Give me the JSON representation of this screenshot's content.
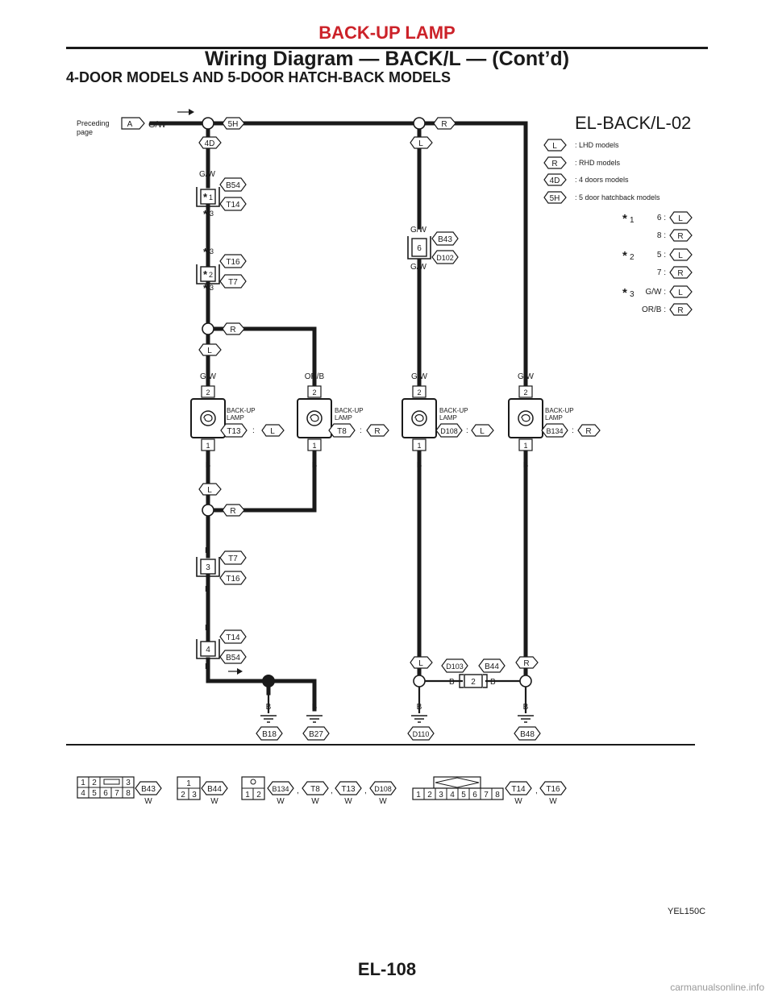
{
  "header": {
    "section_title": "BACK-UP LAMP",
    "page_heading": "Wiring Diagram — BACK/L — (Cont’d)",
    "models_title": "4-DOOR MODELS AND 5-DOOR HATCH-BACK MODELS"
  },
  "diagram": {
    "code": "EL-BACK/L-02",
    "preceding_line1": "Preceding",
    "preceding_line2": "page",
    "ref_letter": "A",
    "start_wire": "G/W",
    "legend": [
      {
        "tag": "L",
        "text": ": LHD models"
      },
      {
        "tag": "R",
        "text": ": RHD models"
      },
      {
        "tag": "4D",
        "text": ": 4 doors models"
      },
      {
        "tag": "5H",
        "text": ": 5 door hatchback models"
      }
    ],
    "notes": [
      {
        "star": "1",
        "rows": [
          {
            "value": "6 :",
            "tag": "L"
          },
          {
            "value": "8 :",
            "tag": "R"
          }
        ]
      },
      {
        "star": "2",
        "rows": [
          {
            "value": "5 :",
            "tag": "L"
          },
          {
            "value": "7 :",
            "tag": "R"
          }
        ]
      },
      {
        "star": "3",
        "rows": [
          {
            "value": "G/W :",
            "tag": "L"
          },
          {
            "value": "OR/B :",
            "tag": "R"
          }
        ]
      }
    ],
    "lamp_label_1": "BACK-UP",
    "lamp_label_2": "LAMP",
    "lamps": [
      {
        "wire_top": "G/W",
        "pin_top": "2",
        "pin_bottom": "1",
        "wire_bottom": "B",
        "connector": "T13",
        "variant": "L"
      },
      {
        "wire_top": "OR/B",
        "pin_top": "2",
        "pin_bottom": "1",
        "wire_bottom": "B",
        "connector": "T8",
        "variant": "R"
      },
      {
        "wire_top": "G/W",
        "pin_top": "2",
        "pin_bottom": "1",
        "wire_bottom": "B",
        "connector": "D108",
        "variant": "L"
      },
      {
        "wire_top": "G/W",
        "pin_top": "2",
        "pin_bottom": "1",
        "wire_bottom": "B",
        "connector": "B134",
        "variant": "R"
      }
    ],
    "wire_gw": "G/W",
    "wire_b": "B",
    "tag_4d": "4D",
    "tag_5h": "5H",
    "tag_l": "L",
    "tag_r": "R",
    "conn_b54": "B54",
    "conn_t14": "T14",
    "conn_t16": "T16",
    "conn_t7": "T7",
    "conn_b43": "B43",
    "conn_d102": "D102",
    "conn_d103": "D103",
    "conn_b44": "B44",
    "pin_b43": "6",
    "pin_t7": "3",
    "pin_t14": "4",
    "pin_b44": "2",
    "star_1": "1",
    "star_2": "2",
    "star_3": "3",
    "grounds": [
      "B18",
      "B27",
      "D110",
      "B48"
    ]
  },
  "connector_views": [
    {
      "cells_top": [
        "1",
        "2",
        "",
        "3"
      ],
      "cells_bottom": [
        "4",
        "5",
        "6",
        "7",
        "8"
      ],
      "ids": [
        "B43"
      ],
      "color": "W"
    },
    {
      "cells_top": [
        "1"
      ],
      "cells_bottom": [
        "2",
        "3"
      ],
      "ids": [
        "B44"
      ],
      "color": "W"
    },
    {
      "cells_top": [
        ""
      ],
      "cells_bottom": [
        "1",
        "2"
      ],
      "ids": [
        "B134",
        "T8",
        "T13",
        "D108"
      ],
      "color": "W"
    },
    {
      "cells_top": [
        ""
      ],
      "cells_bottom": [
        "1",
        "2",
        "3",
        "4",
        "5",
        "6",
        "7",
        "8"
      ],
      "ids": [
        "T14",
        "T16"
      ],
      "color": "W"
    }
  ],
  "connector_sep": ",",
  "figure_code": "YEL150C",
  "page_number": "EL-108",
  "watermark": "carmanualsonline.info"
}
